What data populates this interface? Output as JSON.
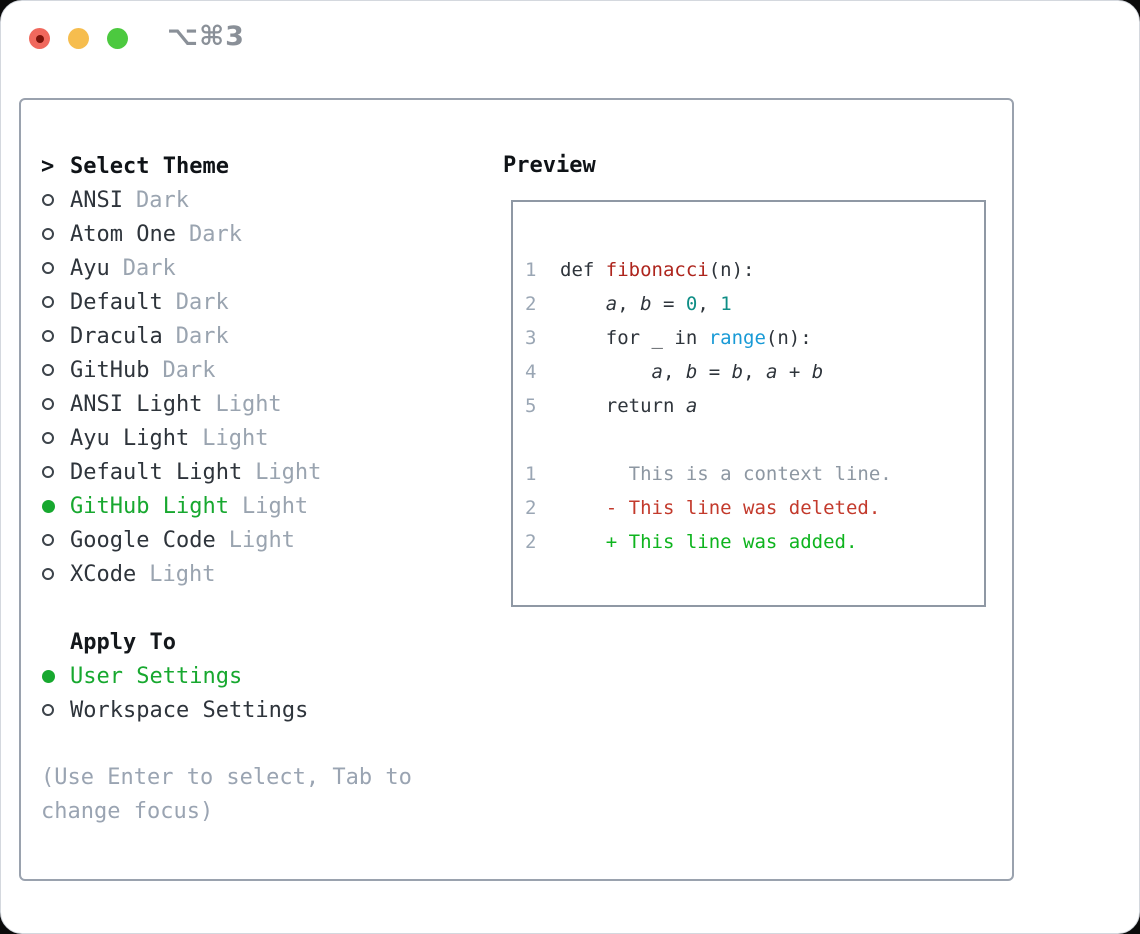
{
  "window": {
    "shortcut_label": "⌥⌘3"
  },
  "traffic_lights": {
    "close_color": "#f0685d",
    "close_dot_color": "#7c130b",
    "minimize_color": "#f6bd4e",
    "zoom_color": "#4cc93f"
  },
  "theme_picker": {
    "cursor": ">",
    "title": "Select Theme",
    "themes": [
      {
        "name": "ANSI",
        "tag": "Dark",
        "selected": false
      },
      {
        "name": "Atom One",
        "tag": "Dark",
        "selected": false
      },
      {
        "name": "Ayu",
        "tag": "Dark",
        "selected": false
      },
      {
        "name": "Default",
        "tag": "Dark",
        "selected": false
      },
      {
        "name": "Dracula",
        "tag": "Dark",
        "selected": false
      },
      {
        "name": "GitHub",
        "tag": "Dark",
        "selected": false
      },
      {
        "name": "ANSI Light",
        "tag": "Light",
        "selected": false
      },
      {
        "name": "Ayu Light",
        "tag": "Light",
        "selected": false
      },
      {
        "name": "Default Light",
        "tag": "Light",
        "selected": false
      },
      {
        "name": "GitHub Light",
        "tag": "Light",
        "selected": true
      },
      {
        "name": "Google Code",
        "tag": "Light",
        "selected": false
      },
      {
        "name": "XCode",
        "tag": "Light",
        "selected": false
      }
    ],
    "apply_to": {
      "title": "Apply To",
      "options": [
        {
          "label": "User Settings",
          "selected": true
        },
        {
          "label": "Workspace Settings",
          "selected": false
        }
      ]
    },
    "help_text": "(Use Enter to select, Tab to change focus)"
  },
  "preview": {
    "title": "Preview",
    "lines": [
      {
        "ln": "1",
        "tokens": [
          {
            "c": "plain",
            "t": "def "
          },
          {
            "c": "func",
            "t": "fibonacci"
          },
          {
            "c": "plain",
            "t": "(n):"
          }
        ]
      },
      {
        "ln": "2",
        "tokens": [
          {
            "c": "plain",
            "t": "    "
          },
          {
            "c": "var",
            "t": "a"
          },
          {
            "c": "plain",
            "t": ", "
          },
          {
            "c": "var",
            "t": "b"
          },
          {
            "c": "plain",
            "t": " = "
          },
          {
            "c": "num",
            "t": "0"
          },
          {
            "c": "plain",
            "t": ", "
          },
          {
            "c": "num",
            "t": "1"
          }
        ]
      },
      {
        "ln": "3",
        "tokens": [
          {
            "c": "plain",
            "t": "    for _ in "
          },
          {
            "c": "builtin",
            "t": "range"
          },
          {
            "c": "plain",
            "t": "(n):"
          }
        ]
      },
      {
        "ln": "4",
        "tokens": [
          {
            "c": "plain",
            "t": "        "
          },
          {
            "c": "var",
            "t": "a"
          },
          {
            "c": "plain",
            "t": ", "
          },
          {
            "c": "var",
            "t": "b"
          },
          {
            "c": "plain",
            "t": " = "
          },
          {
            "c": "var",
            "t": "b"
          },
          {
            "c": "plain",
            "t": ", "
          },
          {
            "c": "var",
            "t": "a"
          },
          {
            "c": "plain",
            "t": " + "
          },
          {
            "c": "var",
            "t": "b"
          }
        ]
      },
      {
        "ln": "5",
        "tokens": [
          {
            "c": "plain",
            "t": "    return "
          },
          {
            "c": "var",
            "t": "a"
          }
        ]
      },
      {
        "ln": "",
        "tokens": []
      },
      {
        "ln": "1",
        "tokens": [
          {
            "c": "ctx",
            "t": "      This is a context line."
          }
        ]
      },
      {
        "ln": "2",
        "tokens": [
          {
            "c": "del",
            "t": "    - This line was deleted."
          }
        ]
      },
      {
        "ln": "2",
        "tokens": [
          {
            "c": "add",
            "t": "    + This line was added."
          }
        ]
      }
    ]
  },
  "colors": {
    "panel_border": "#9aa2ae",
    "preview_border": "#8f98a4",
    "text_dark": "#2e343b",
    "header_black": "#0f1317",
    "muted_gray": "#9aa4b0",
    "selected_green": "#17a82f",
    "added_green": "#0eb41e",
    "deleted_red": "#c33a2c",
    "function_red": "#ae251d",
    "builtin_blue": "#189ad6",
    "number_teal": "#0f8e86",
    "line_number_gray": "#9aa6b4"
  }
}
